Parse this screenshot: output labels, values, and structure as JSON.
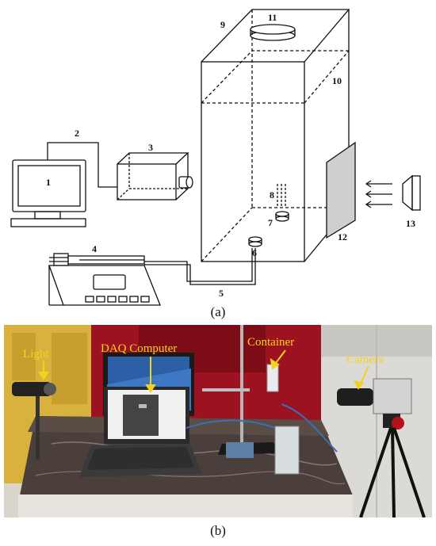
{
  "panel_a": {
    "caption": "(a)",
    "labels": {
      "computer": "1",
      "cable_upper": "2",
      "high_speed_camera": "3",
      "syringe_pump": "4",
      "tube": "5",
      "nozzle": "6",
      "bubble": "7",
      "rising_path": "8",
      "tank_top": "9",
      "tank_wall": "10",
      "lid": "11",
      "diffuser_screen": "12",
      "light_source": "13"
    }
  },
  "panel_b": {
    "caption": "(b)",
    "annotations": {
      "light": "Light",
      "daq": "DAQ Computer",
      "container": "Container",
      "camera": "Camera"
    },
    "colors": {
      "annotation": "#f2d21b"
    }
  }
}
